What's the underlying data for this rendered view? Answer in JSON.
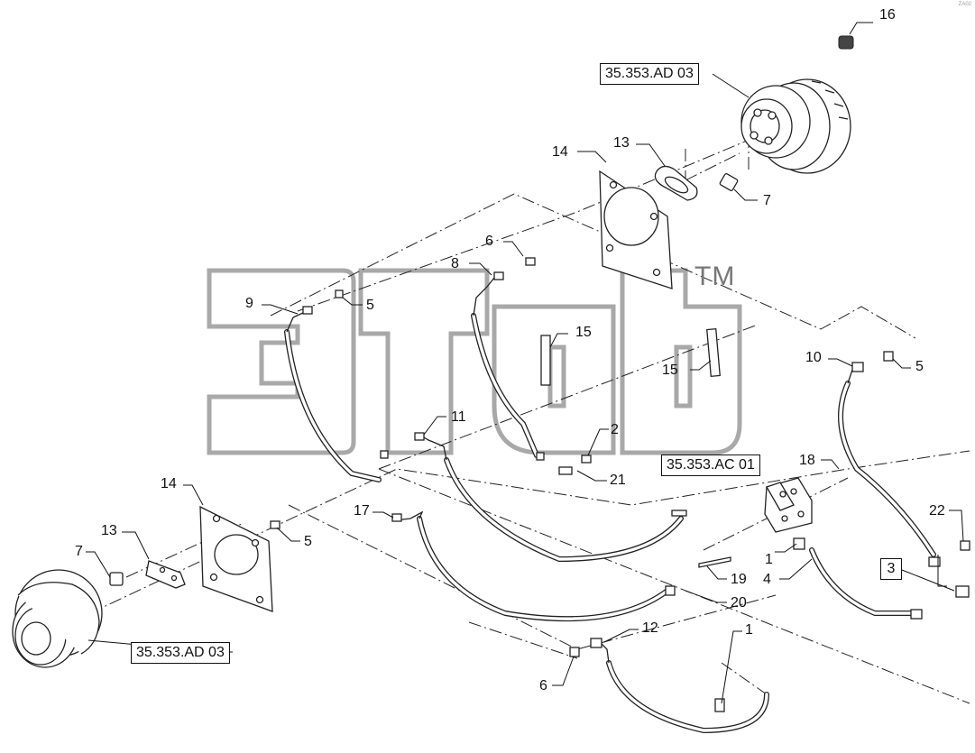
{
  "watermark": {
    "trademark": "TM"
  },
  "page_id": "ZA02",
  "reference_boxes": [
    {
      "id": "ref-ad03-top",
      "text": "35.353.AD 03"
    },
    {
      "id": "ref-ac01",
      "text": "35.353.AC 01"
    },
    {
      "id": "ref-ad03-bottom",
      "text": "35.353.AD 03"
    }
  ],
  "boxed_callout": {
    "text": "3"
  },
  "callouts": [
    {
      "text": "16"
    },
    {
      "text": "13"
    },
    {
      "text": "14"
    },
    {
      "text": "7"
    },
    {
      "text": "6"
    },
    {
      "text": "8"
    },
    {
      "text": "9"
    },
    {
      "text": "5"
    },
    {
      "text": "15"
    },
    {
      "text": "15"
    },
    {
      "text": "10"
    },
    {
      "text": "5"
    },
    {
      "text": "11"
    },
    {
      "text": "2"
    },
    {
      "text": "21"
    },
    {
      "text": "18"
    },
    {
      "text": "14"
    },
    {
      "text": "13"
    },
    {
      "text": "7"
    },
    {
      "text": "5"
    },
    {
      "text": "17"
    },
    {
      "text": "22"
    },
    {
      "text": "1"
    },
    {
      "text": "4"
    },
    {
      "text": "19"
    },
    {
      "text": "20"
    },
    {
      "text": "12"
    },
    {
      "text": "1"
    },
    {
      "text": "6"
    }
  ]
}
